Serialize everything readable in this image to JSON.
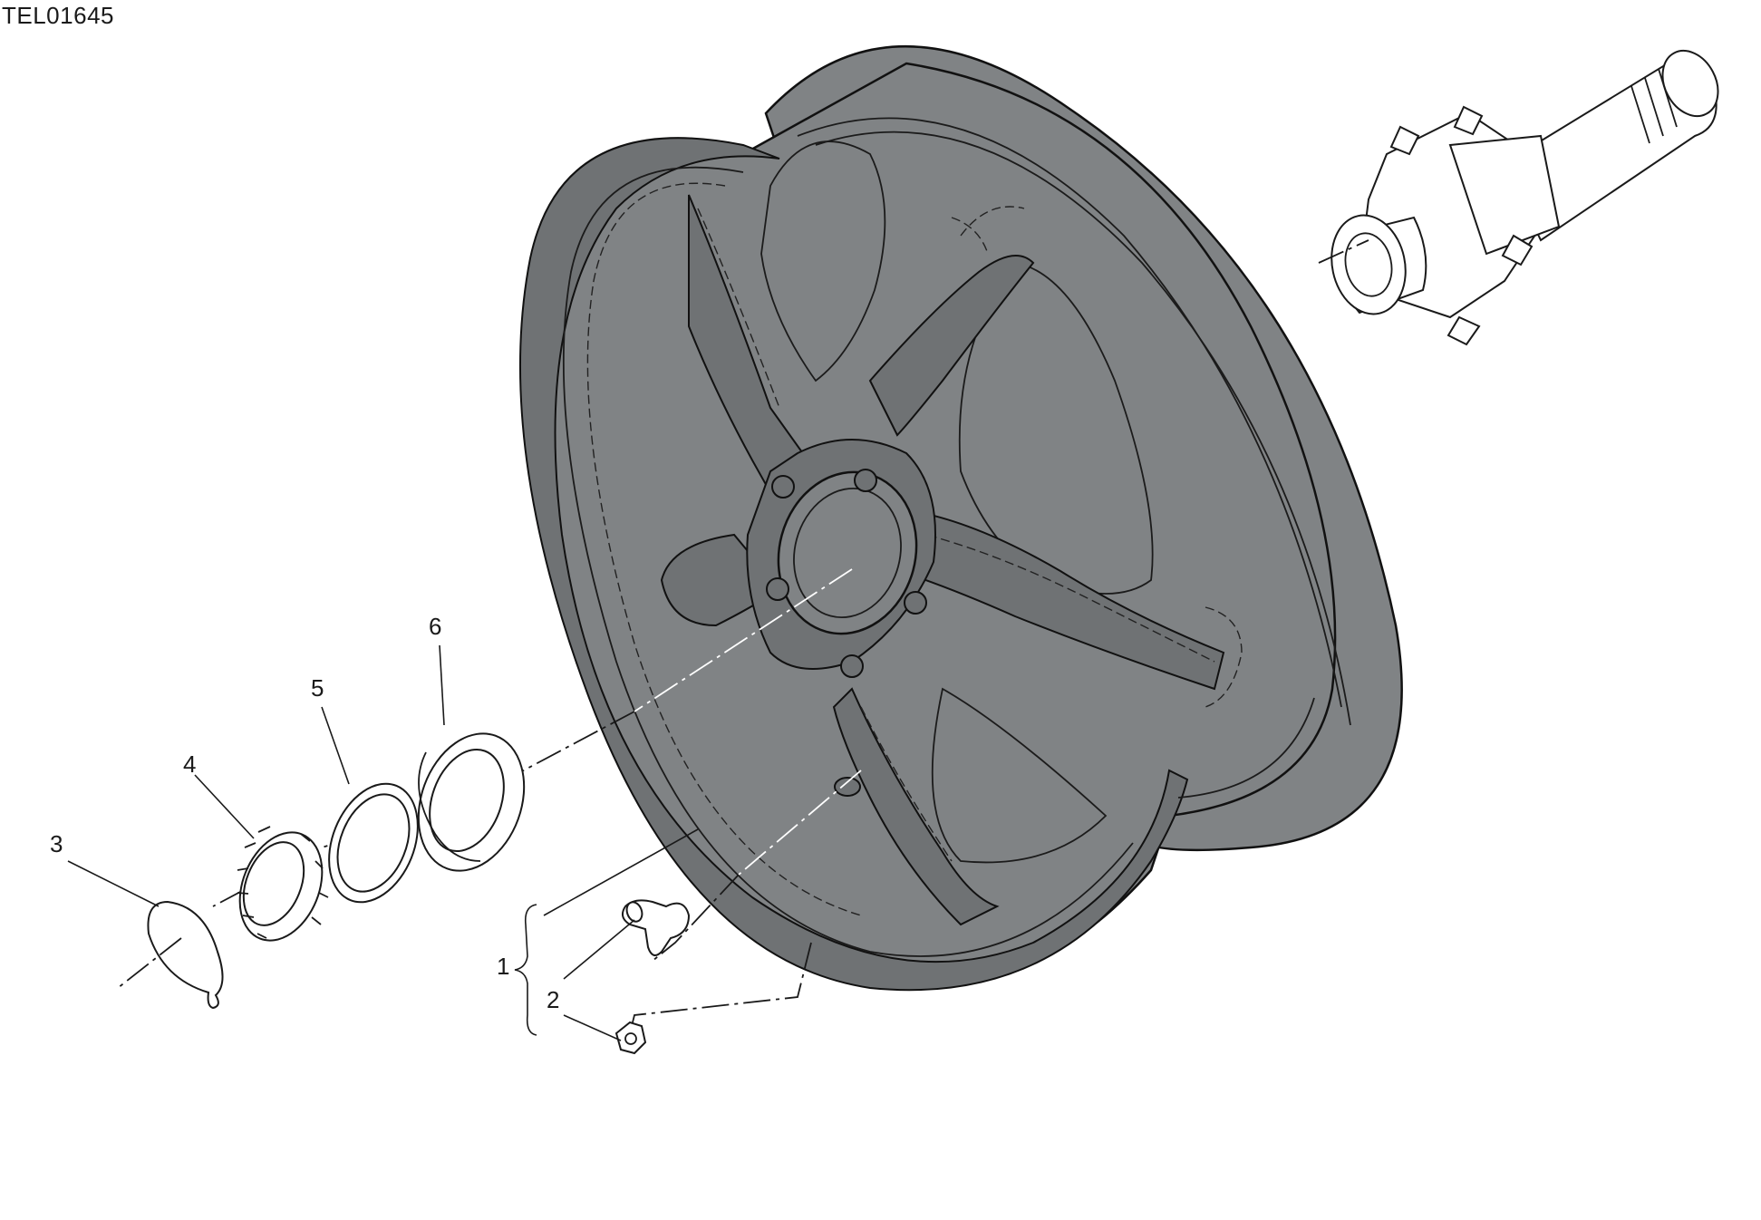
{
  "drawing_id": "TEL01645",
  "callouts": [
    "1",
    "2",
    "2",
    "3",
    "4",
    "5",
    "6"
  ],
  "colors": {
    "wheel": "#808385",
    "line": "#1a1a1a",
    "background": "#ffffff"
  }
}
